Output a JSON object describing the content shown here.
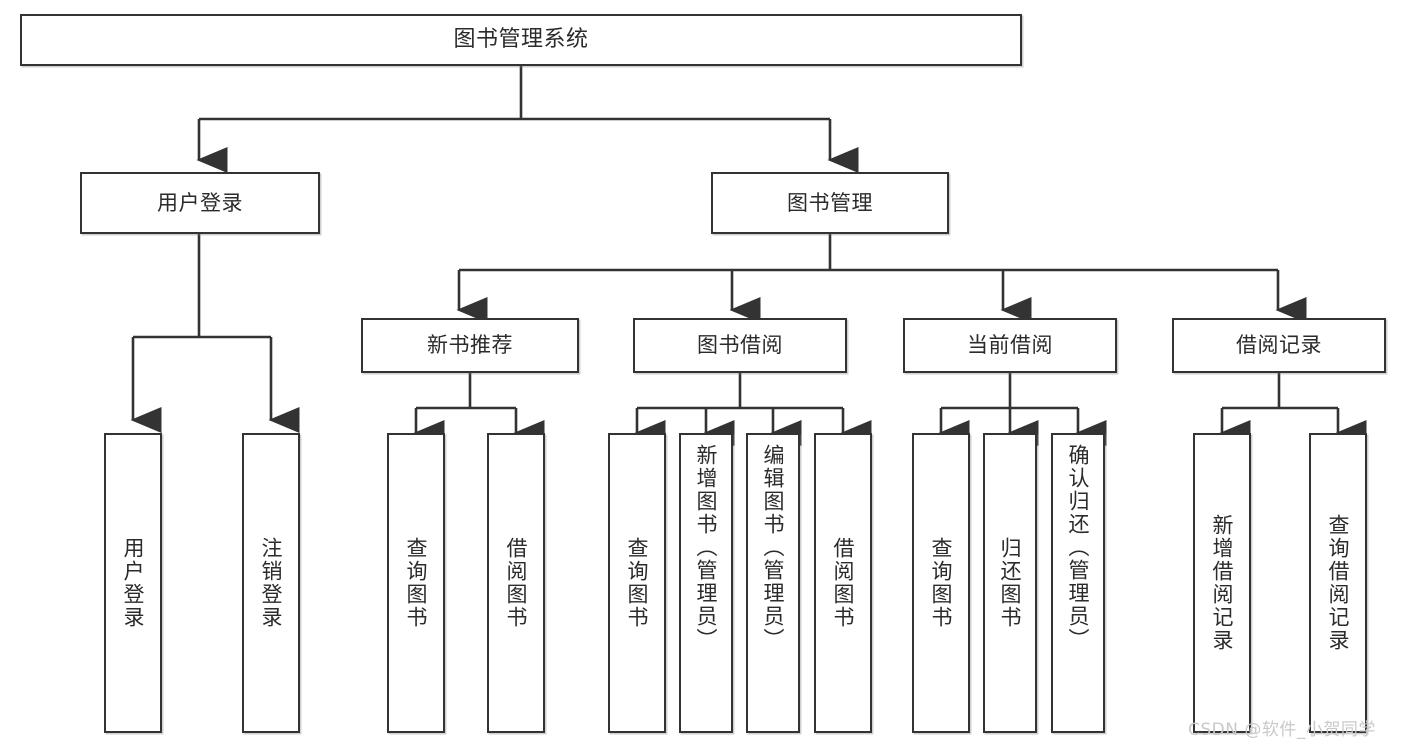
{
  "diagram": {
    "type": "tree-hierarchy-chart",
    "title": "图书管理系统",
    "stroke_color": "#333333",
    "text_color": "#2b2b2b",
    "background_color": "#ffffff",
    "root": {
      "label": "图书管理系统"
    },
    "level1": [
      {
        "label": "用户登录"
      },
      {
        "label": "图书管理"
      }
    ],
    "level2": [
      {
        "label": "新书推荐"
      },
      {
        "label": "图书借阅"
      },
      {
        "label": "当前借阅"
      },
      {
        "label": "借阅记录"
      }
    ],
    "leaves": {
      "user_login": [
        {
          "label": "用户登录"
        },
        {
          "label": "注销登录"
        }
      ],
      "new_book_recommend": [
        {
          "label": "查询图书"
        },
        {
          "label": "借阅图书"
        }
      ],
      "book_borrow": [
        {
          "label": "查询图书"
        },
        {
          "label": "新增图书（管理员）"
        },
        {
          "label": "编辑图书（管理员）"
        },
        {
          "label": "借阅图书"
        }
      ],
      "current_borrow": [
        {
          "label": "查询图书"
        },
        {
          "label": "归还图书"
        },
        {
          "label": "确认归还（管理员）"
        }
      ],
      "borrow_record": [
        {
          "label": "新增借阅记录"
        },
        {
          "label": "查询借阅记录"
        }
      ]
    },
    "watermark": "CSDN @软件_小贺同学"
  }
}
